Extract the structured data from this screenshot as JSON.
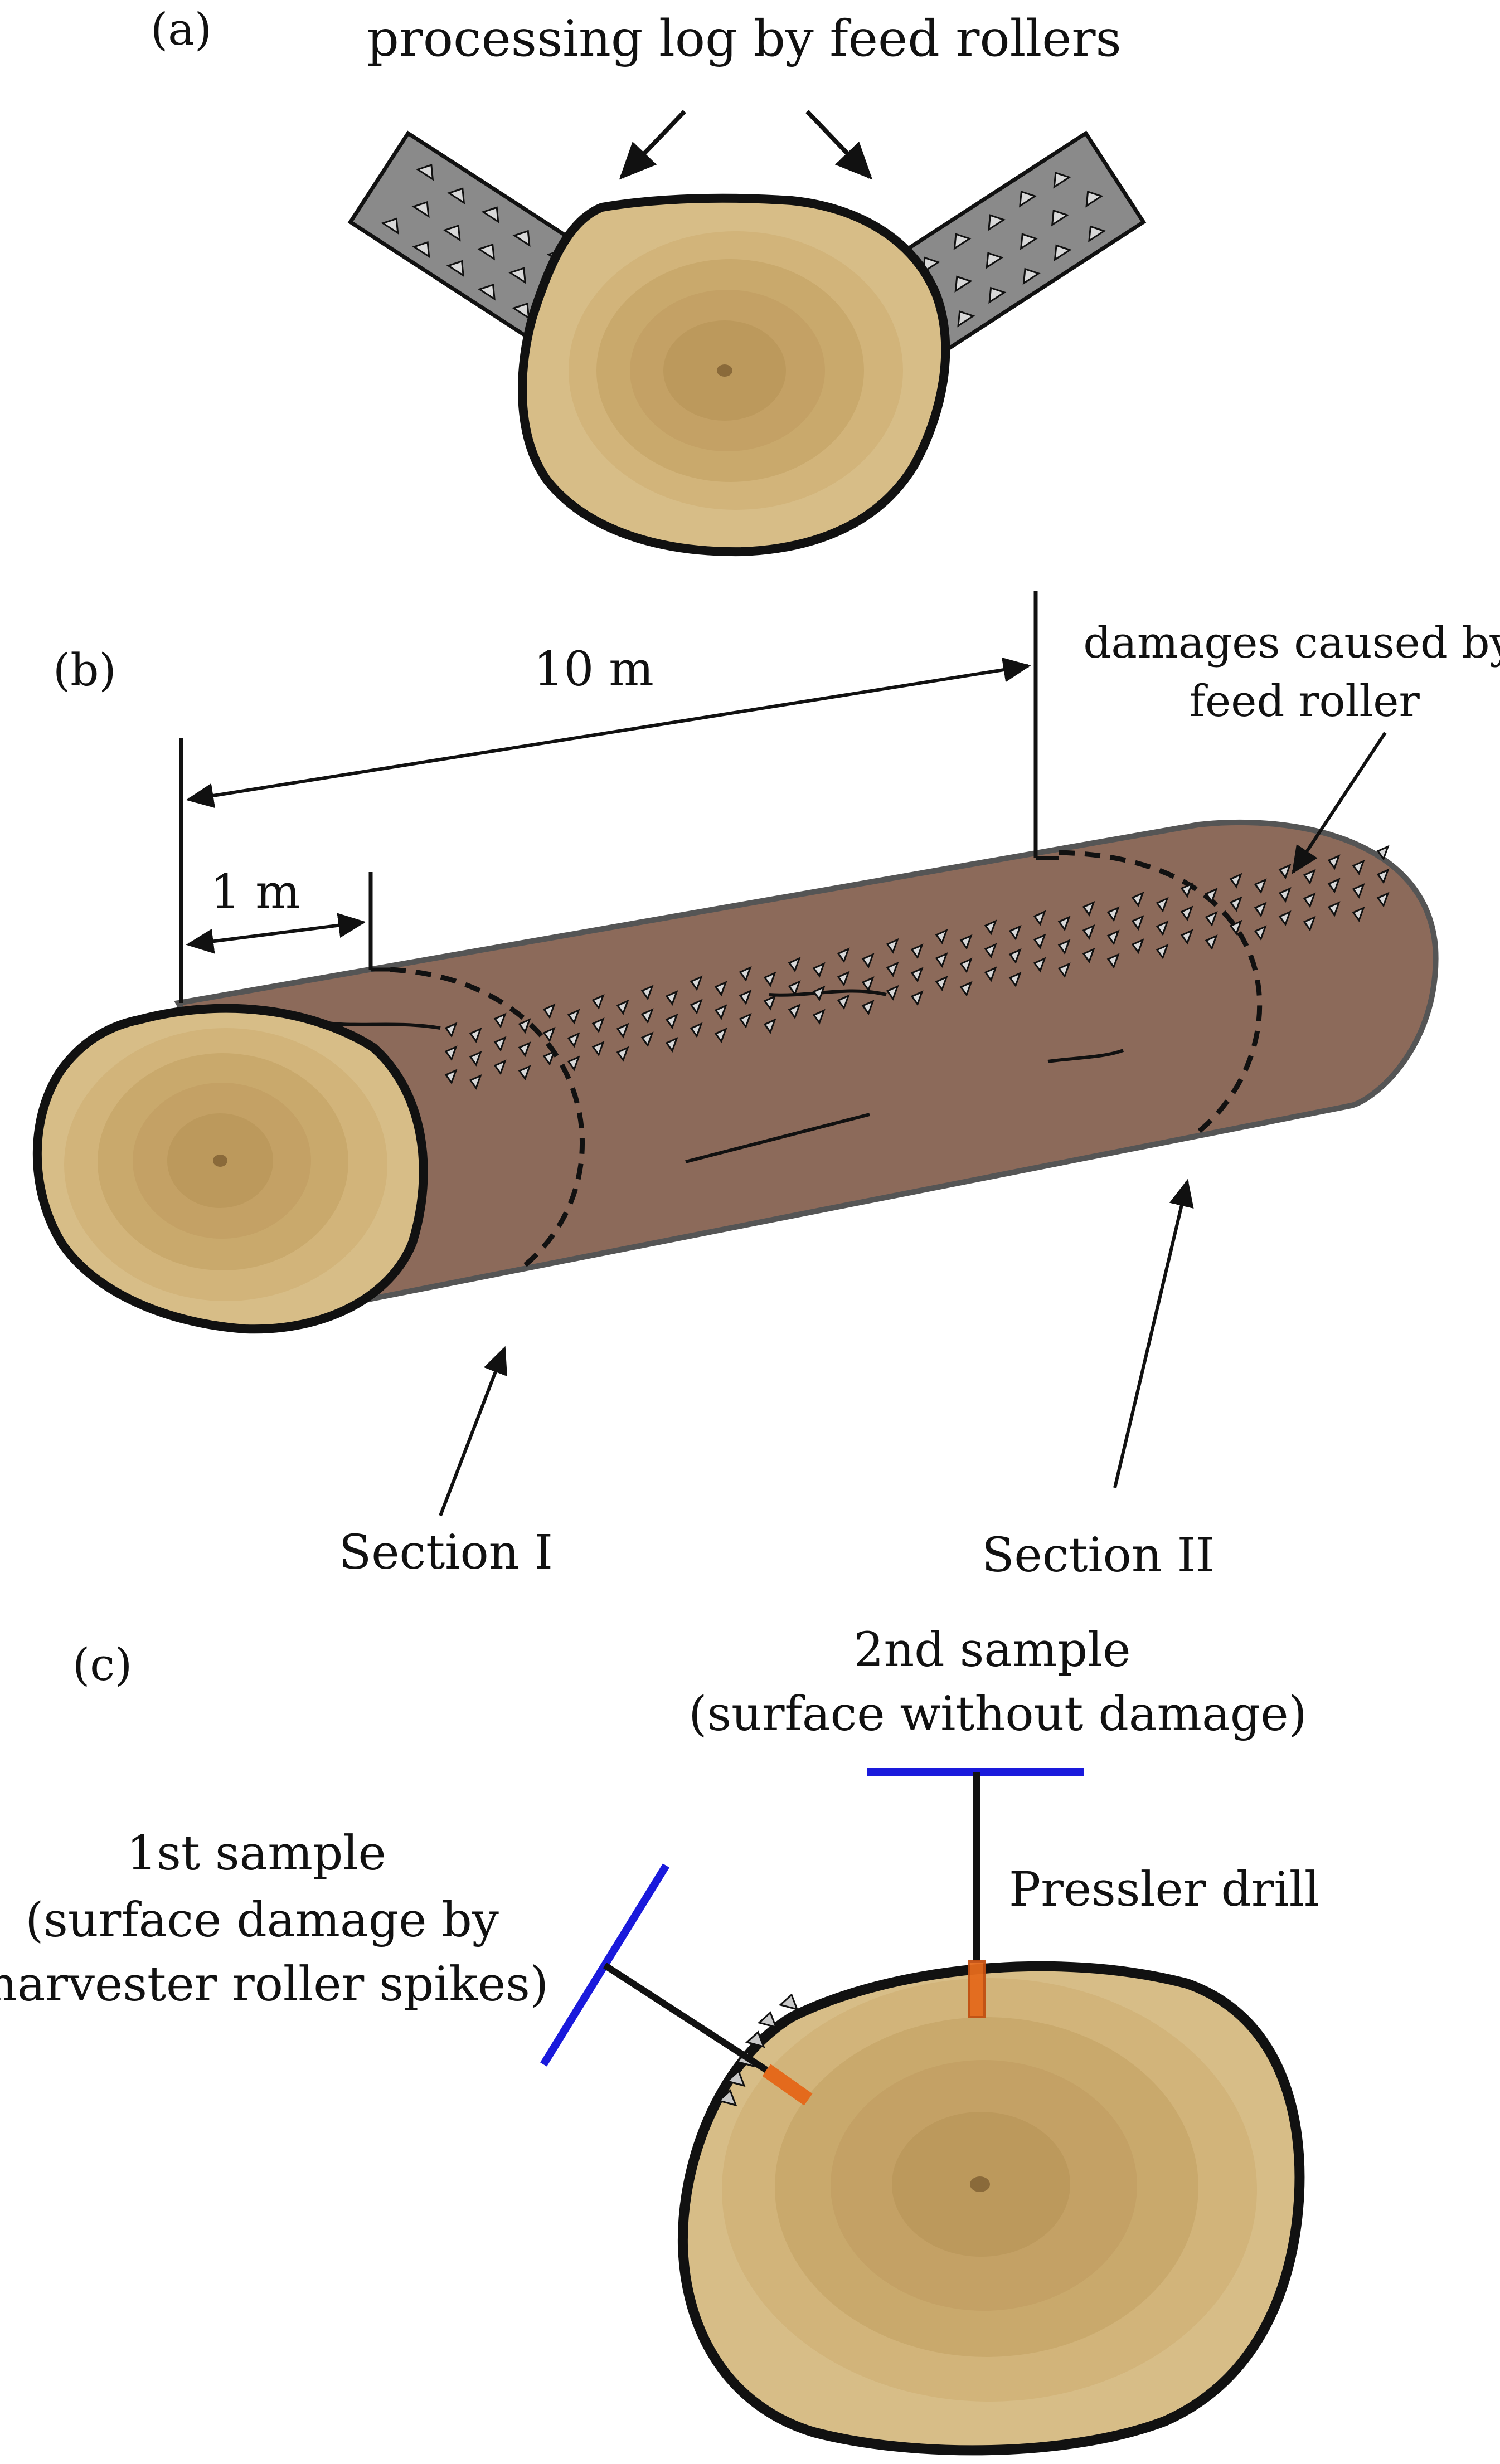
{
  "panels": {
    "a": {
      "tag": "(a)",
      "caption": "processing log by feed rollers"
    },
    "b": {
      "tag": "(b)",
      "distance_long": "10 m",
      "distance_short": "1 m",
      "damage_label_line1": "damages caused by",
      "damage_label_line2": "feed roller",
      "section_one": "Section I",
      "section_two": "Section II"
    },
    "c": {
      "tag": "(c)",
      "sample_two_line1": "2nd sample",
      "sample_two_line2": "(surface without damage)",
      "sample_one_line1": "1st sample",
      "sample_one_line2": "(surface damage by",
      "sample_one_line3": "harvester roller spikes)",
      "drill_label": "Pressler drill"
    }
  },
  "colors": {
    "wood_light": "#d7bd87",
    "wood_ring": "#c6a56a",
    "bark_brown": "#8c6a5a",
    "roller_gray": "#8a8a8a",
    "spike_fill": "#d8d8d8",
    "drill_blue": "#1a1adc",
    "core_orange": "#e46a1c"
  },
  "icons": [
    "log-cross-section",
    "feed-roller",
    "spike-mark",
    "arrow",
    "pressler-drill"
  ]
}
